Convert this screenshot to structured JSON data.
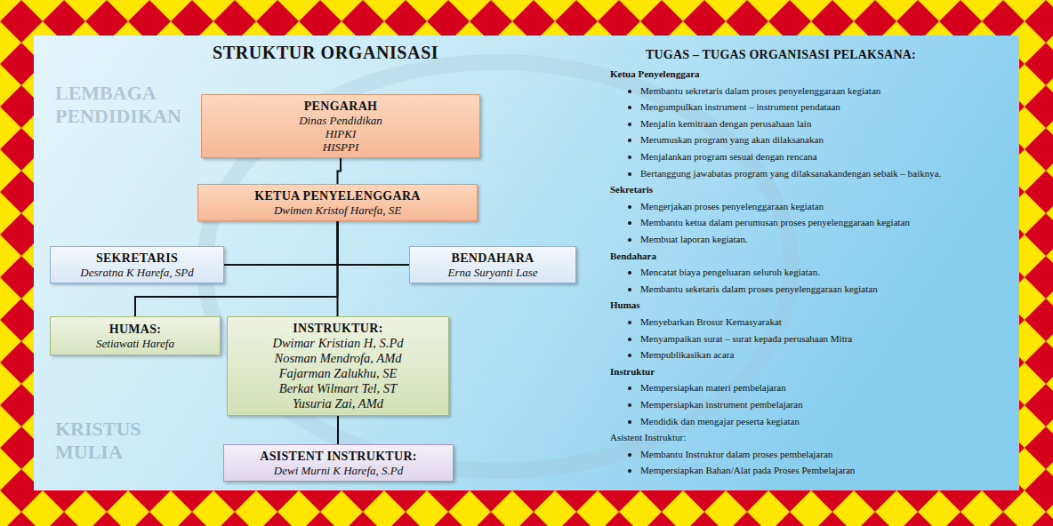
{
  "diagram": {
    "title": "STRUKTUR ORGANISASI",
    "nodes": [
      {
        "text": [
          "PENGARAH",
          "Dinas Pendidikan",
          "HIPKI",
          "HISPPI"
        ]
      },
      {
        "text": [
          "KETUA PENYELENGGARA",
          "Dwimen Kristof Harefa, SE"
        ]
      },
      {
        "text": [
          "SEKRETARIS",
          "Desratna K Harefa, SPd"
        ]
      },
      {
        "text": [
          "BENDAHARA",
          "Erna Suryanti Lase"
        ]
      },
      {
        "text": [
          "HUMAS:",
          "Setiawati Harefa"
        ]
      },
      {
        "text": [
          "INSTRUKTUR:",
          "Dwimar Kristian H, S.Pd",
          "Nosman Mendrofa, AMd",
          "Fajarman Zalukhu, SE",
          "Berkat Wilmart Tel, ST",
          "Yusuria Zai, AMd"
        ]
      },
      {
        "text": [
          "ASISTENT INSTRUKTUR:",
          "Dewi Murni K Harefa, S.Pd"
        ]
      }
    ],
    "edges": [
      {
        "from": 0,
        "to": 1,
        "arrow": "none"
      },
      {
        "from": 1,
        "to": 2,
        "arrow": "none"
      },
      {
        "from": 1,
        "to": 3,
        "arrow": "none"
      },
      {
        "from": 1,
        "to": 4,
        "arrow": "none"
      },
      {
        "from": 1,
        "to": 5,
        "arrow": "none"
      },
      {
        "from": 5,
        "to": 6,
        "arrow": "none"
      }
    ],
    "labels": [
      "TUGAS – TUGAS ORGANISASI PELAKSANA:",
      "Ketua Penyelenggara",
      "Membantu sekretaris dalam proses penyelenggaraan kegiatan",
      "Mengumpulkan instrument – instrument pendataan",
      "Menjalin kemitraan dengan perusahaan lain",
      "Merumuskan program yang akan dilaksanakan",
      "Menjalankan program sesuai dengan rencana",
      "Bertanggung jawabatas program yang dilaksanakandengan sebaik – baiknya.",
      "Sekretaris",
      "Mengerjakan proses penyelenggaraan kegiatan",
      "Membantu ketua dalam perumusan proses penyelenggaraan kegiatan",
      "Membuat laporan kegiatan.",
      "Bendahara",
      "Mencatat biaya pengeluaran seluruh kegiatan.",
      "Membantu seketaris dalam proses penyelenggaraan kegiatan",
      "Humas",
      "Menyebarkan Brosur Kemasyarakat",
      "Menyampaikan surat – surat kepada perusahaan Mitra",
      "Mempublikasikan acara",
      "Instruktur",
      "Mempersiapkan materi pembelajaran",
      "Mempersiapkan instrument pembelajaran",
      "Mendidik dan mengajar peserta kegiatan",
      "Asistent Instruktur:",
      "Membantu Instruktur dalam proses pembelajaran",
      "Mempersiapkan Bahan/Alat pada Proses Pembelajaran",
      "LEMBAGA PENDIDIKAN",
      "KRISTUS MULIA"
    ]
  }
}
